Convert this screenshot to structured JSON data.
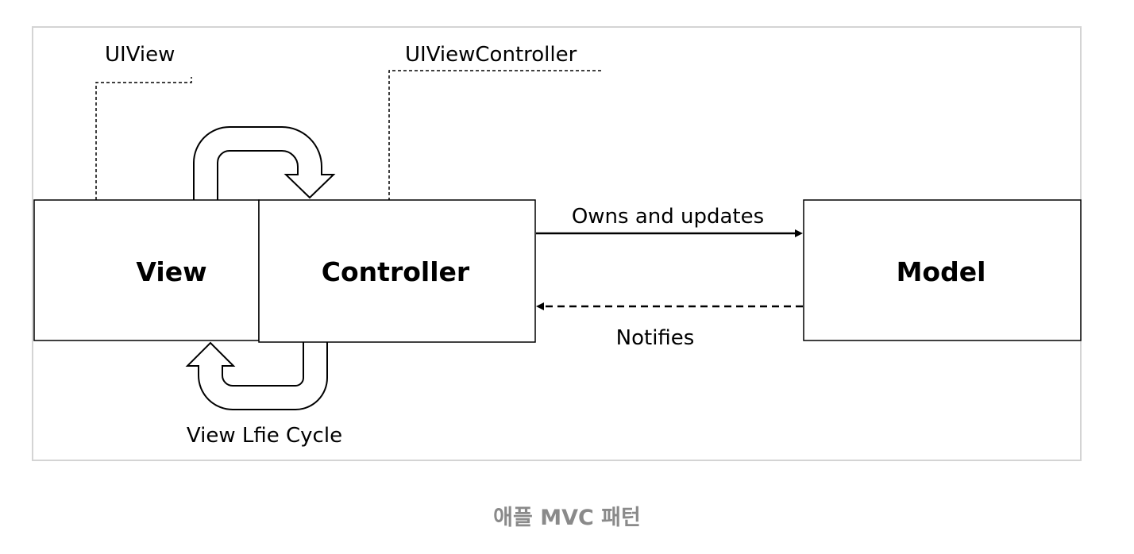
{
  "boxes": {
    "view": "View",
    "controller": "Controller",
    "model": "Model"
  },
  "labels": {
    "uiview": "UIView",
    "uiviewcontroller": "UIViewController",
    "owns": "Owns and updates",
    "notifies": "Notifies",
    "lifecycle": "View Lfie Cycle"
  },
  "caption": "애플 MVC 패턴"
}
